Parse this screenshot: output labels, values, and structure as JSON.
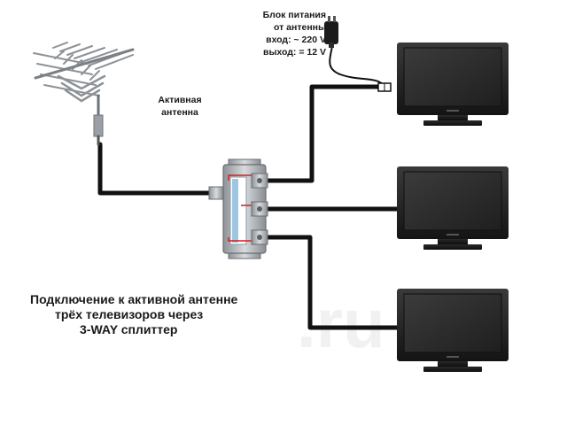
{
  "power_supply": {
    "title_line1": "Блок питания",
    "title_line2": "от антенны",
    "input": "вход: ~ 220 V",
    "output": "выход: = 12 V"
  },
  "antenna": {
    "label_line1": "Активная",
    "label_line2": "антенна"
  },
  "caption": {
    "line1": "Подключение к активной антенне",
    "line2": "трёх телевизоров через",
    "line3": "3-WAY сплиттер"
  },
  "tv_count": 3,
  "colors": {
    "cable": "#111111",
    "tv_body": "#1c1c1c",
    "tv_screen": "#2e2e2e",
    "splitter_body": "#b8bcc0",
    "splitter_label": "#9fc6e0",
    "red_marking": "#d21f1f"
  }
}
